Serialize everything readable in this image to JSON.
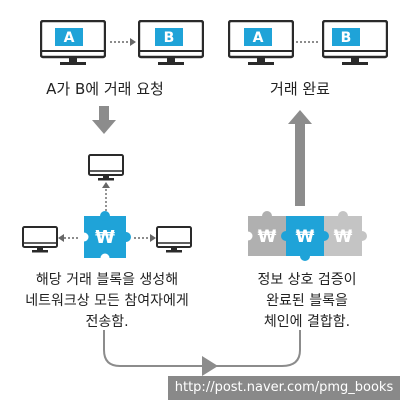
{
  "left_top": {
    "computer_a_label": "A",
    "computer_b_label": "B",
    "caption": "A가 B에 거래 요청"
  },
  "right_top": {
    "computer_a_label": "A",
    "computer_b_label": "B",
    "caption": "거래 완료"
  },
  "left_bottom": {
    "block_symbol": "₩",
    "caption_lines": [
      "해당 거래 블록을 생성해",
      "네트워크상 모든 참여자에게",
      "전송함."
    ]
  },
  "right_bottom": {
    "block_symbols": [
      "₩",
      "₩",
      "₩"
    ],
    "caption_lines": [
      "정보 상호 검증이",
      "완료된 블록을",
      "체인에 결합함."
    ]
  },
  "watermark": "http://post.naver.com/pmg_books",
  "colors": {
    "ink": "#2a2a2a",
    "arrow_gray": "#8c8c8c",
    "block_blue": "#1fa3d8",
    "block_gray": "#b0b0b0",
    "block_gray_light": "#c4c4c4"
  }
}
